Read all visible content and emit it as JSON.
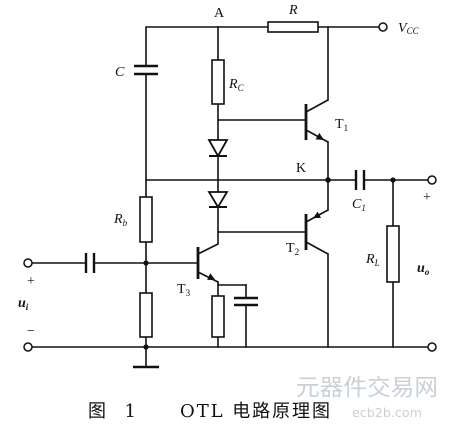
{
  "figure": {
    "caption_number": "图 1",
    "caption_text": "OTL 电路原理图"
  },
  "labels": {
    "node_a": "A",
    "node_k": "K",
    "resistor_r": "R",
    "cap_c": "C",
    "vcc": {
      "main": "V",
      "sub": "CC"
    },
    "rc": {
      "main": "R",
      "sub": "C"
    },
    "rb": {
      "main": "R",
      "sub": "b"
    },
    "rl": {
      "main": "R",
      "sub": "L"
    },
    "c1": {
      "main": "C",
      "sub": "1"
    },
    "t1": {
      "main": "T",
      "sub": "1"
    },
    "t2": {
      "main": "T",
      "sub": "2"
    },
    "t3": {
      "main": "T",
      "sub": "3"
    },
    "input_voltage": {
      "main": "u",
      "sub": "i"
    },
    "output_voltage": {
      "main": "u",
      "sub": "o"
    },
    "input_plus": "+",
    "input_minus": "−",
    "output_plus": "+"
  },
  "watermark": {
    "brand": "元器件交易网",
    "site": "ecb2b.com"
  },
  "colors": {
    "line": "#111111",
    "background": "#ffffff",
    "watermark": "#c9d0d6"
  }
}
